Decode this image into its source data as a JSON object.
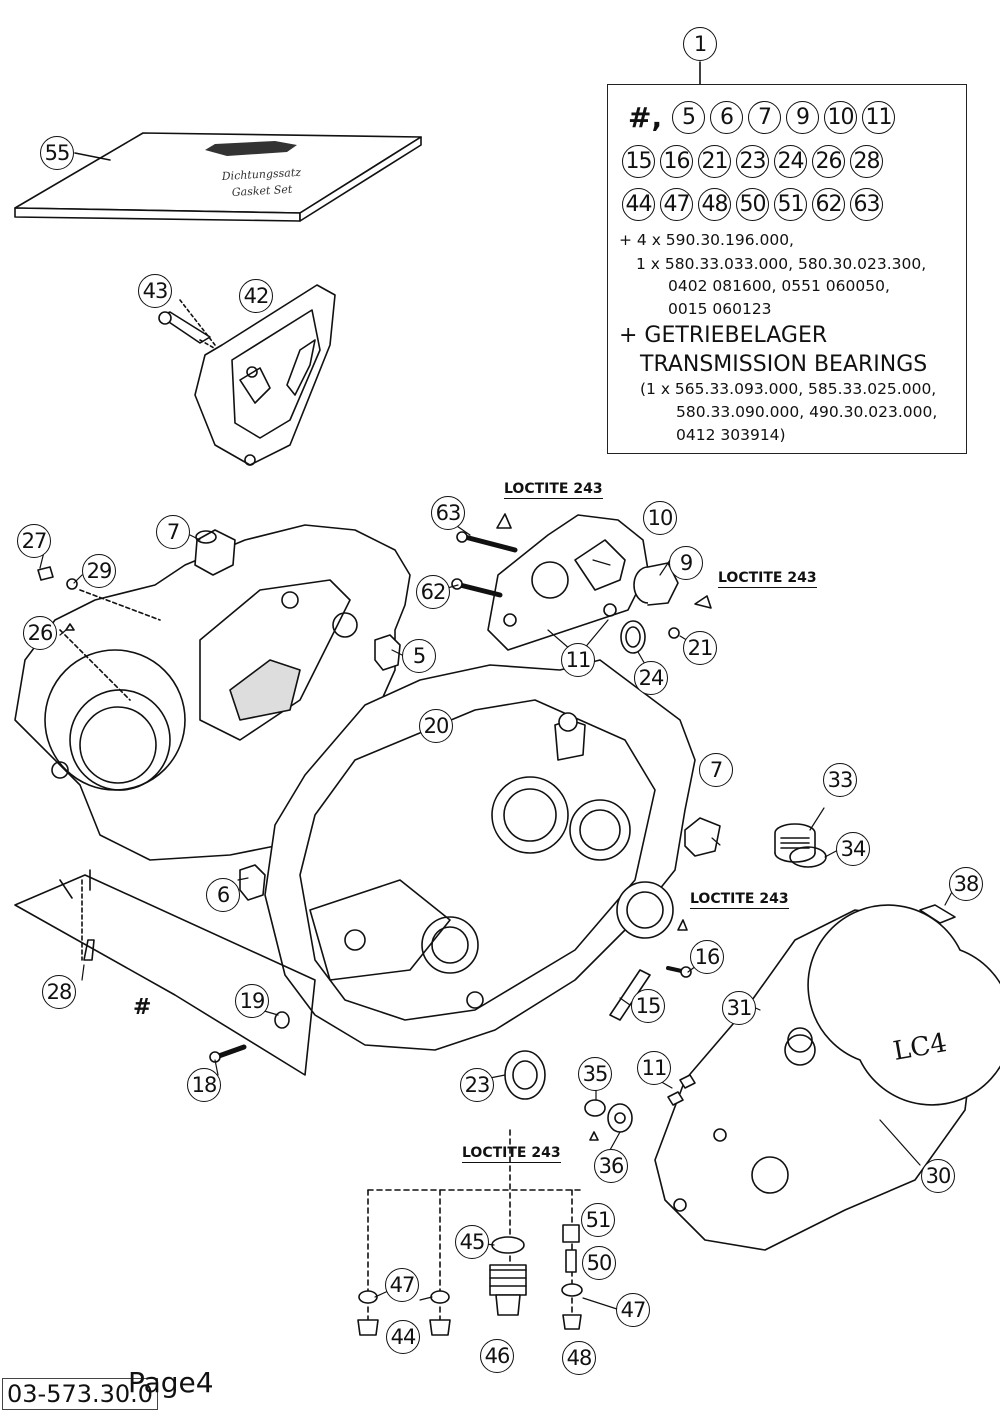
{
  "title_ref": "1",
  "kit": {
    "hash": "#,",
    "row1": [
      "5",
      "6",
      "7",
      "9",
      "10",
      "11"
    ],
    "row2": [
      "15",
      "16",
      "21",
      "23",
      "24",
      "26",
      "28"
    ],
    "row3": [
      "44",
      "47",
      "48",
      "50",
      "51",
      "62",
      "63"
    ],
    "line1": "+ 4 x 590.30.196.000,",
    "line2": "1 x 580.33.033.000, 580.30.023.300,",
    "line3": "0402 081600, 0551 060050,",
    "line4": "0015 060123",
    "getriebe": "+ GETRIEBELAGER",
    "transmission": "TRANSMISSION BEARINGS",
    "line5": "(1 x 565.33.093.000, 585.33.025.000,",
    "line6": "580.33.090.000, 490.30.023.000,",
    "line7": "0412 303914)"
  },
  "loctite": [
    "LOCTITE 243",
    "LOCTITE 243",
    "LOCTITE 243",
    "LOCTITE 243"
  ],
  "refs": {
    "r55": "55",
    "r43": "43",
    "r42": "42",
    "r27": "27",
    "r29": "29",
    "r7a": "7",
    "r26": "26",
    "r5": "5",
    "r63": "63",
    "r10": "10",
    "r9": "9",
    "r62": "62",
    "r11a": "11",
    "r24": "24",
    "r21": "21",
    "r20": "20",
    "r7b": "7",
    "r33": "33",
    "r34": "34",
    "r6": "6",
    "r38": "38",
    "r16": "16",
    "r28": "28",
    "r19": "19",
    "r15": "15",
    "r31": "31",
    "r18": "18",
    "r23": "23",
    "r35": "35",
    "r11b": "11",
    "r36": "36",
    "r30": "30",
    "r45": "45",
    "r51": "51",
    "r47a": "47",
    "r50": "50",
    "r47b": "47",
    "r44": "44",
    "r46": "46",
    "r48": "48"
  },
  "hash_mark": "#",
  "gasket_box_text1": "Dichtungssatz",
  "gasket_box_text2": "Gasket Set",
  "cover_text": "LC4",
  "footer": {
    "code": "03-573.30.0",
    "page": "Page4"
  }
}
